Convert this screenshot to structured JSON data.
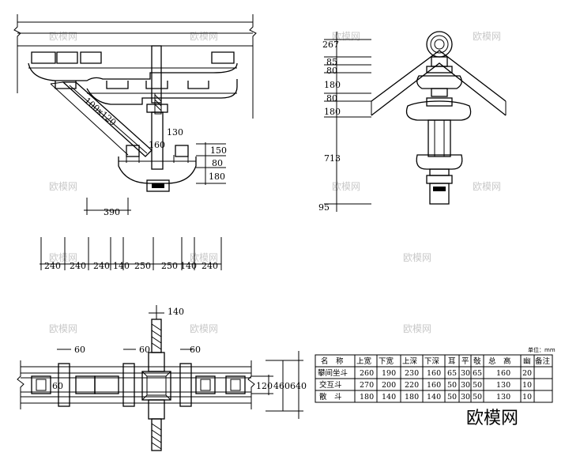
{
  "front_view": {
    "label_beam": "100x120",
    "dim_130": "130",
    "dim_160": "160",
    "dim_150": "150",
    "dim_80": "80",
    "dim_180": "180",
    "dim_390": "390"
  },
  "side_view": {
    "heights": [
      "267",
      "85",
      "80",
      "180",
      "80",
      "180",
      "713",
      "95"
    ]
  },
  "spacing_row": [
    "240",
    "240",
    "240",
    "140",
    "250",
    "250",
    "140",
    "240"
  ],
  "plan_view": {
    "dim_140": "140",
    "dim_60_a": "60",
    "dim_60_b": "60",
    "dim_60_c": "60",
    "dim_60_d": "60",
    "dim_120": "120",
    "dim_460": "460",
    "dim_640": "640"
  },
  "table": {
    "unit": "单位：mm",
    "headers": [
      "名　称",
      "上宽",
      "下宽",
      "上深",
      "下深",
      "耳",
      "平",
      "敧",
      "总　高",
      "幽",
      "备注"
    ],
    "rows": [
      [
        "攀间坐斗",
        "260",
        "190",
        "230",
        "160",
        "65",
        "30",
        "65",
        "160",
        "20",
        ""
      ],
      [
        "交互斗",
        "270",
        "200",
        "220",
        "160",
        "50",
        "30",
        "50",
        "130",
        "10",
        ""
      ],
      [
        "散　斗",
        "180",
        "140",
        "180",
        "140",
        "50",
        "30",
        "50",
        "130",
        "10",
        ""
      ]
    ]
  },
  "watermark": "欧模网",
  "logo_text": "欧模网"
}
